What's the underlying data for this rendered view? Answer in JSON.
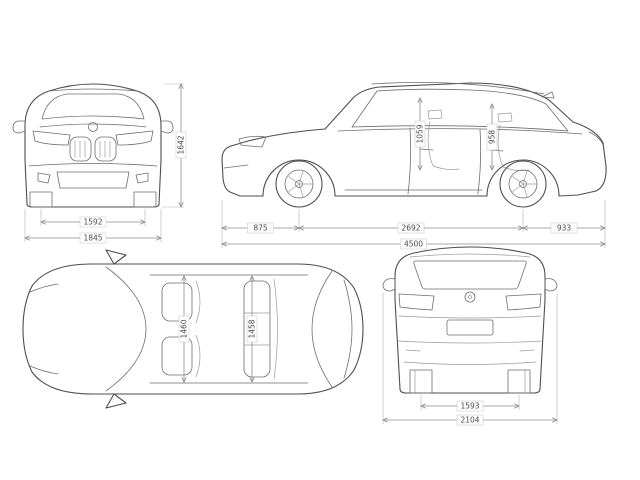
{
  "page": {
    "background_color": "#ffffff",
    "line_color": "#4e4e4e",
    "dimension_color": "#8c8c8c"
  },
  "views": {
    "front": {
      "track_mm": "1592",
      "overall_width_mm": "1845",
      "overall_height_mm": "1642"
    },
    "side": {
      "front_overhang_mm": "875",
      "wheelbase_mm": "2692",
      "rear_overhang_mm": "933",
      "overall_length_mm": "4500",
      "cabin_height_front_mm": "1059",
      "cabin_height_rear_mm": "958"
    },
    "top": {
      "cabin_width_front_mm": "1460",
      "cabin_width_rear_mm": "1458"
    },
    "rear": {
      "track_mm": "1593",
      "width_incl_mirrors_mm": "2104"
    }
  }
}
